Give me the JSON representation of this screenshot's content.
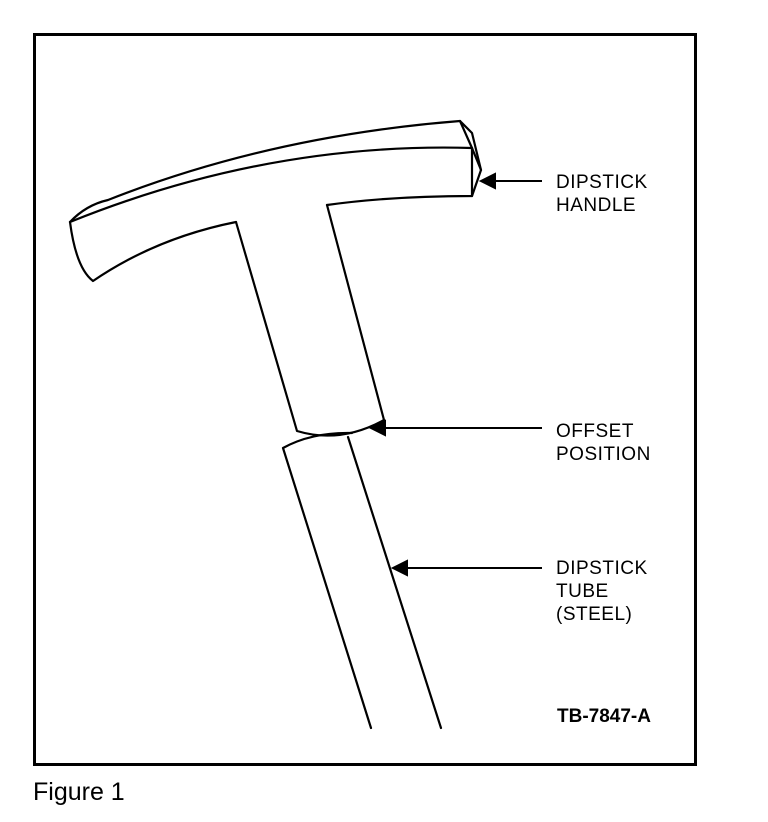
{
  "labels": {
    "handle_line1": "DIPSTICK",
    "handle_line2": "HANDLE",
    "offset_line1": "OFFSET",
    "offset_line2": "POSITION",
    "tube_line1": "DIPSTICK",
    "tube_line2": "TUBE",
    "tube_line3": "(STEEL)"
  },
  "reference_code": "TB-7847-A",
  "caption": "Figure 1",
  "colors": {
    "ink": "#000000",
    "paper": "#ffffff"
  }
}
